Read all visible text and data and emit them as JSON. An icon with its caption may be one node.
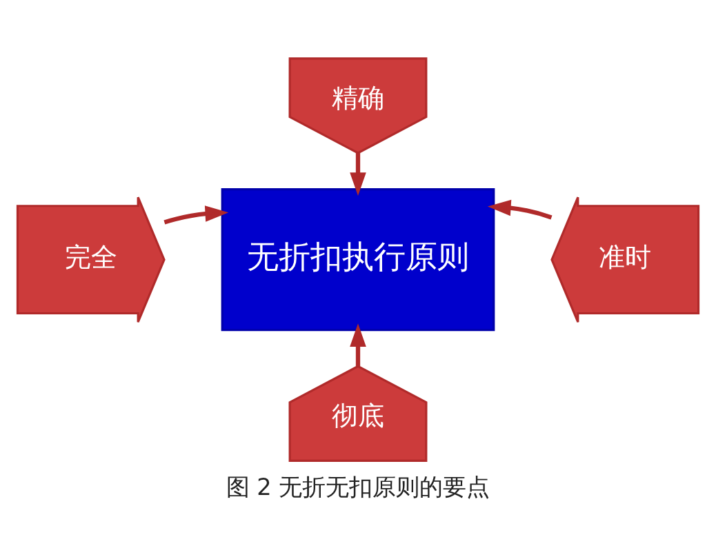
{
  "diagram": {
    "caption": "图 2 无折无扣原则的要点",
    "nodes": [
      {
        "text": [
          "无折扣执行原则"
        ]
      },
      {
        "text": [
          "精确"
        ]
      },
      {
        "text": [
          "完全"
        ]
      },
      {
        "text": [
          "准时"
        ]
      },
      {
        "text": [
          "彻底"
        ]
      }
    ],
    "edges": [
      {
        "from": 1,
        "to": 0,
        "arrow": "to"
      },
      {
        "from": 2,
        "to": 0,
        "arrow": "to"
      },
      {
        "from": 3,
        "to": 0,
        "arrow": "to"
      },
      {
        "from": 4,
        "to": 0,
        "arrow": "to"
      }
    ]
  }
}
